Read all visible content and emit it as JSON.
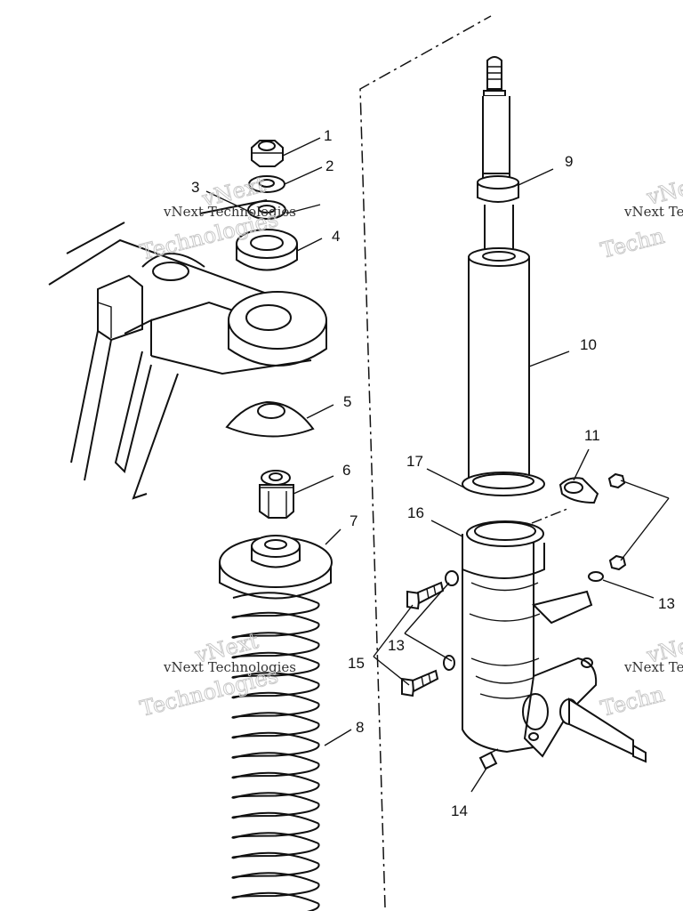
{
  "watermarks": [
    {
      "line1": "vNext Technologies",
      "line2": "Technologies",
      "line3": "vNext"
    },
    {
      "line1": "vNext Te",
      "line2": "Techn",
      "line3": "vNe"
    },
    {
      "line1": "vNext Technologies",
      "line2": "Technologies",
      "line3": "vNext"
    },
    {
      "line1": "vNext Te",
      "line2": "Techn",
      "line3": "vNe"
    }
  ],
  "callouts": [
    "1",
    "2",
    "3",
    "4",
    "5",
    "6",
    "7",
    "8",
    "9",
    "10",
    "11",
    "13",
    "13",
    "14",
    "15",
    "16",
    "17"
  ]
}
